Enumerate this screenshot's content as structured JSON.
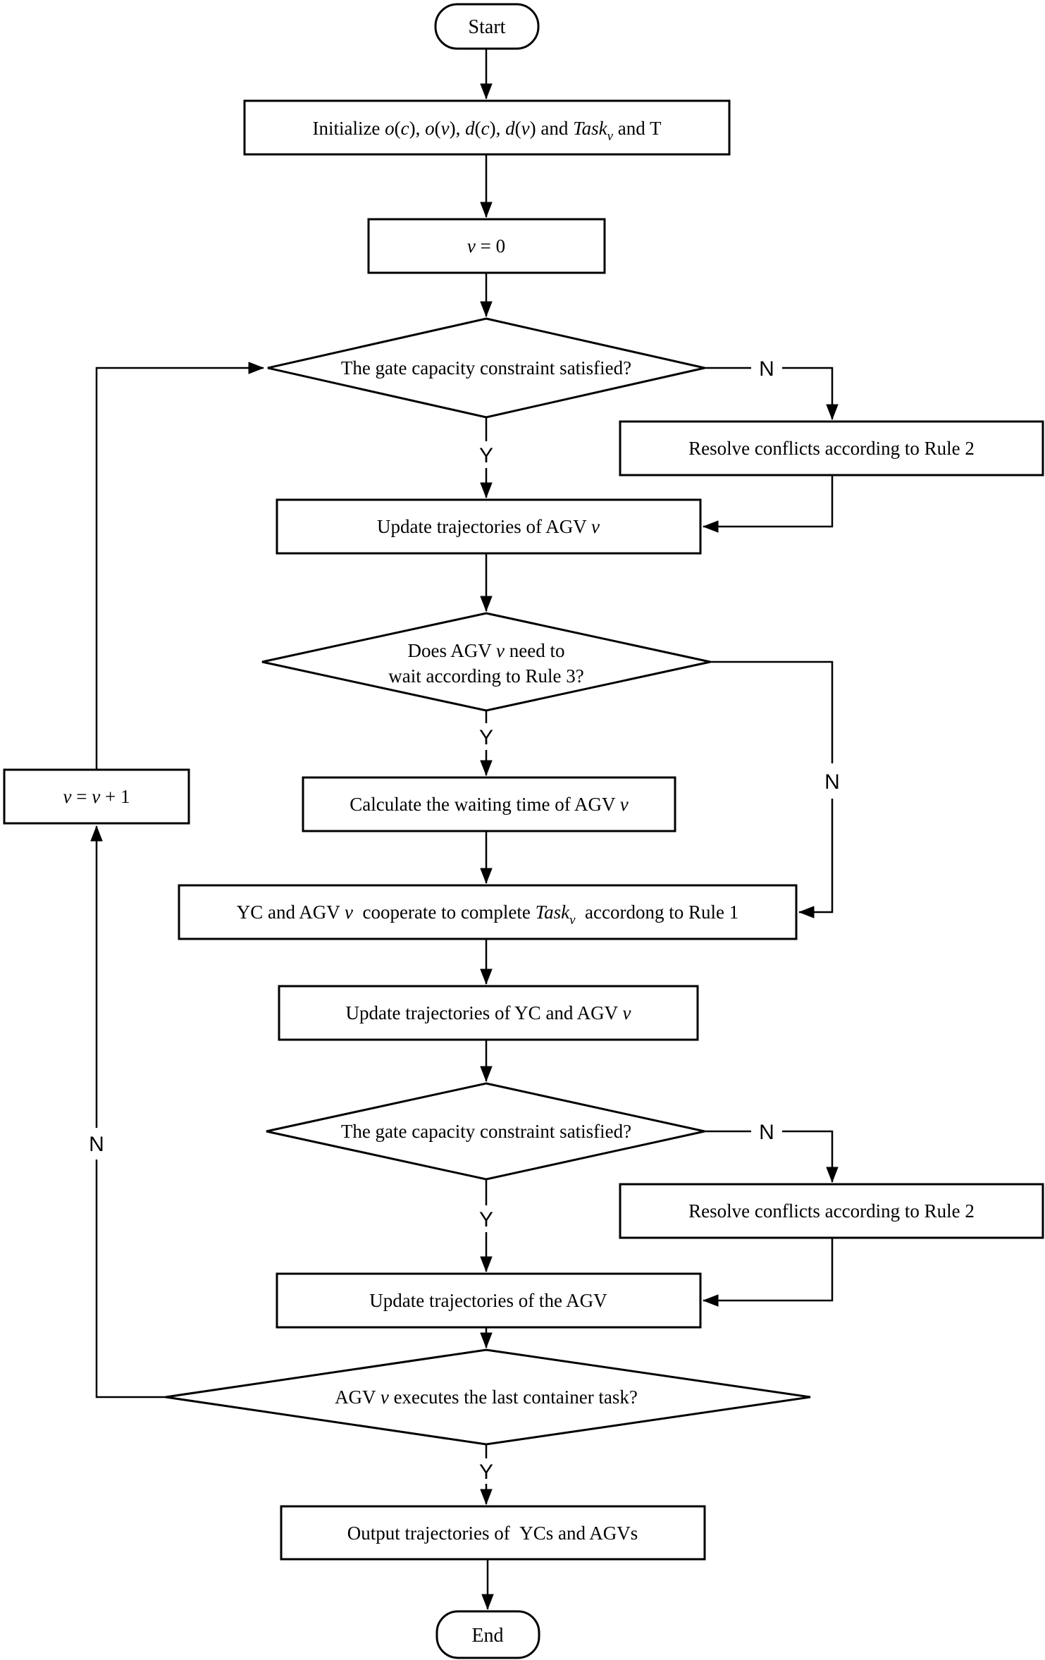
{
  "colors": {
    "ink": "#000000",
    "background": "#ffffff"
  },
  "flowchart": {
    "nodes": {
      "start": {
        "type": "terminator",
        "label": "Start"
      },
      "initialize": {
        "type": "process",
        "parts": [
          {
            "t": "Initialize "
          },
          {
            "t": "o",
            "s": "i"
          },
          {
            "t": "("
          },
          {
            "t": "c",
            "s": "i"
          },
          {
            "t": "), "
          },
          {
            "t": "o",
            "s": "i"
          },
          {
            "t": "("
          },
          {
            "t": "v",
            "s": "i"
          },
          {
            "t": "), "
          },
          {
            "t": "d",
            "s": "i"
          },
          {
            "t": "("
          },
          {
            "t": "c",
            "s": "i"
          },
          {
            "t": "), "
          },
          {
            "t": "d",
            "s": "i"
          },
          {
            "t": "("
          },
          {
            "t": "v",
            "s": "i"
          },
          {
            "t": ") and "
          },
          {
            "t": "Task",
            "s": "i"
          },
          {
            "t": "v",
            "s": "is"
          },
          {
            "t": " and T"
          }
        ]
      },
      "v_zero": {
        "type": "process",
        "parts": [
          {
            "t": "v",
            "s": "i"
          },
          {
            "t": " = 0"
          }
        ]
      },
      "gate_check_1": {
        "type": "decision",
        "label": "The gate capacity constraint satisfied?"
      },
      "resolve_1": {
        "type": "process",
        "label": "Resolve conflicts according to Rule 2"
      },
      "update_agv_v": {
        "type": "process",
        "parts": [
          {
            "t": "Update trajectories of AGV "
          },
          {
            "t": "v",
            "s": "i"
          }
        ]
      },
      "wait_check": {
        "type": "decision",
        "line1_parts": [
          {
            "t": "Does AGV "
          },
          {
            "t": "v",
            "s": "i"
          },
          {
            "t": " need to"
          }
        ],
        "line2": "wait according to Rule 3?"
      },
      "calc_wait": {
        "type": "process",
        "parts": [
          {
            "t": "Calculate the waiting time of AGV "
          },
          {
            "t": "v",
            "s": "i"
          }
        ]
      },
      "yc_cooperate": {
        "type": "process",
        "parts": [
          {
            "t": "YC and AGV "
          },
          {
            "t": "v",
            "s": "i"
          },
          {
            "t": "  cooperate to complete "
          },
          {
            "t": "Task",
            "s": "i"
          },
          {
            "t": "v",
            "s": "is"
          },
          {
            "t": "  accordong to Rule 1"
          }
        ]
      },
      "update_yc_agv": {
        "type": "process",
        "parts": [
          {
            "t": "Update trajectories of YC and AGV "
          },
          {
            "t": "v",
            "s": "i"
          }
        ]
      },
      "gate_check_2": {
        "type": "decision",
        "label": "The gate capacity constraint satisfied?"
      },
      "resolve_2": {
        "type": "process",
        "label": "Resolve conflicts according to Rule 2"
      },
      "update_the_agv": {
        "type": "process",
        "label": "Update trajectories of the AGV"
      },
      "last_task_check": {
        "type": "decision",
        "parts": [
          {
            "t": "AGV "
          },
          {
            "t": "v",
            "s": "i"
          },
          {
            "t": " executes the last container task?"
          }
        ]
      },
      "output": {
        "type": "process",
        "label": "Output trajectories of  YCs and AGVs"
      },
      "end": {
        "type": "terminator",
        "label": "End"
      },
      "v_increment": {
        "type": "process",
        "parts": [
          {
            "t": "v",
            "s": "i"
          },
          {
            "t": " = "
          },
          {
            "t": "v",
            "s": "i"
          },
          {
            "t": " + 1"
          }
        ]
      }
    },
    "edge_labels": {
      "y1": "Y",
      "n1": "N",
      "y2": "Y",
      "n2": "N",
      "y3": "Y",
      "n3": "N",
      "y4": "Y",
      "n4": "N"
    }
  }
}
